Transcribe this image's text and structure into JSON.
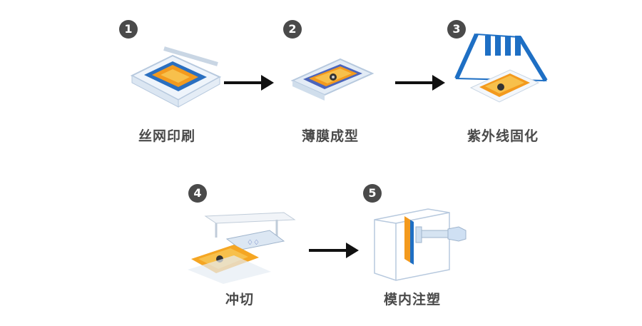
{
  "steps": [
    {
      "number": "1",
      "label": "丝网印刷"
    },
    {
      "number": "2",
      "label": "薄膜成型"
    },
    {
      "number": "3",
      "label": "紫外线固化"
    },
    {
      "number": "4",
      "label": "冲切"
    },
    {
      "number": "5",
      "label": "模内注塑"
    }
  ],
  "colors": {
    "badge": "#4a4a4a",
    "blue": "#1e6fc4",
    "orange": "#f39a1e",
    "light_blue": "#cfe0f3",
    "arrow": "#111111"
  }
}
